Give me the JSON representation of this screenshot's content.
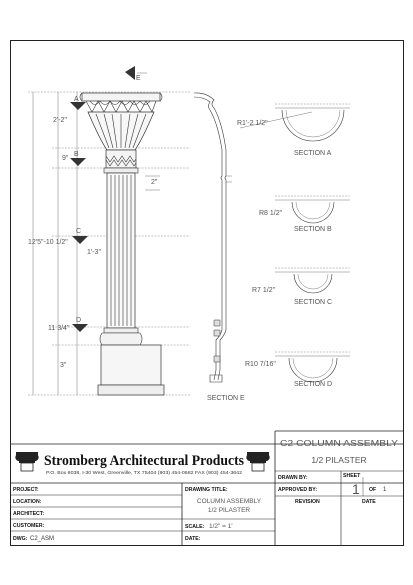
{
  "elevation": {
    "dims": {
      "capital": "2'-2\"",
      "shaft": "12'5\"-10 1/2\"",
      "upper_shaft": "1'-3\"",
      "base": "11 3/4\"",
      "neck": "9\"",
      "plinth": "3\"",
      "small": "2\""
    },
    "markers": {
      "a": "A",
      "b": "B",
      "c": "C",
      "d": "D",
      "e": "E"
    }
  },
  "profile": {
    "caption": "SECTION E"
  },
  "sections": [
    {
      "radius": "R1'-2 1/2\"",
      "caption": "SECTION A"
    },
    {
      "radius": "R8 1/2\"",
      "caption": "SECTION B"
    },
    {
      "radius": "R7 1/2\"",
      "caption": "SECTION C"
    },
    {
      "radius": "R10 7/16\"",
      "caption": "SECTION D"
    }
  ],
  "title_block": {
    "company": "Stromberg Architectural Products",
    "address": "P.O. Box 6038, I-30 West, Greenville, TX 75404   (903) 454-0682   FAX (903) 454-3642",
    "title_line1": "C2 COLUMN ASSEMBLY",
    "title_line2": "1/2 PILASTER",
    "labels": {
      "project": "PROJECT:",
      "location": "LOCATION:",
      "architect": "ARCHITECT:",
      "customer": "CUSTOMER:",
      "dwg": "DWG:",
      "drawing_title": "DRAWING TITLE:",
      "scale": "SCALE:",
      "date": "DATE:",
      "drawn_by": "DRAWN BY:",
      "approved_by": "APPROVED BY:",
      "revision": "REVISION",
      "sheet": "SHEET",
      "of": "OF",
      "rev_date": "DATE"
    },
    "values": {
      "dwg": "C2_ASM",
      "drawing_title1": "COLUMN ASSEMBLY",
      "drawing_title2": "1/2 PILASTER",
      "scale": "1/2\" = 1'",
      "sheet": "1",
      "of": "1"
    }
  }
}
